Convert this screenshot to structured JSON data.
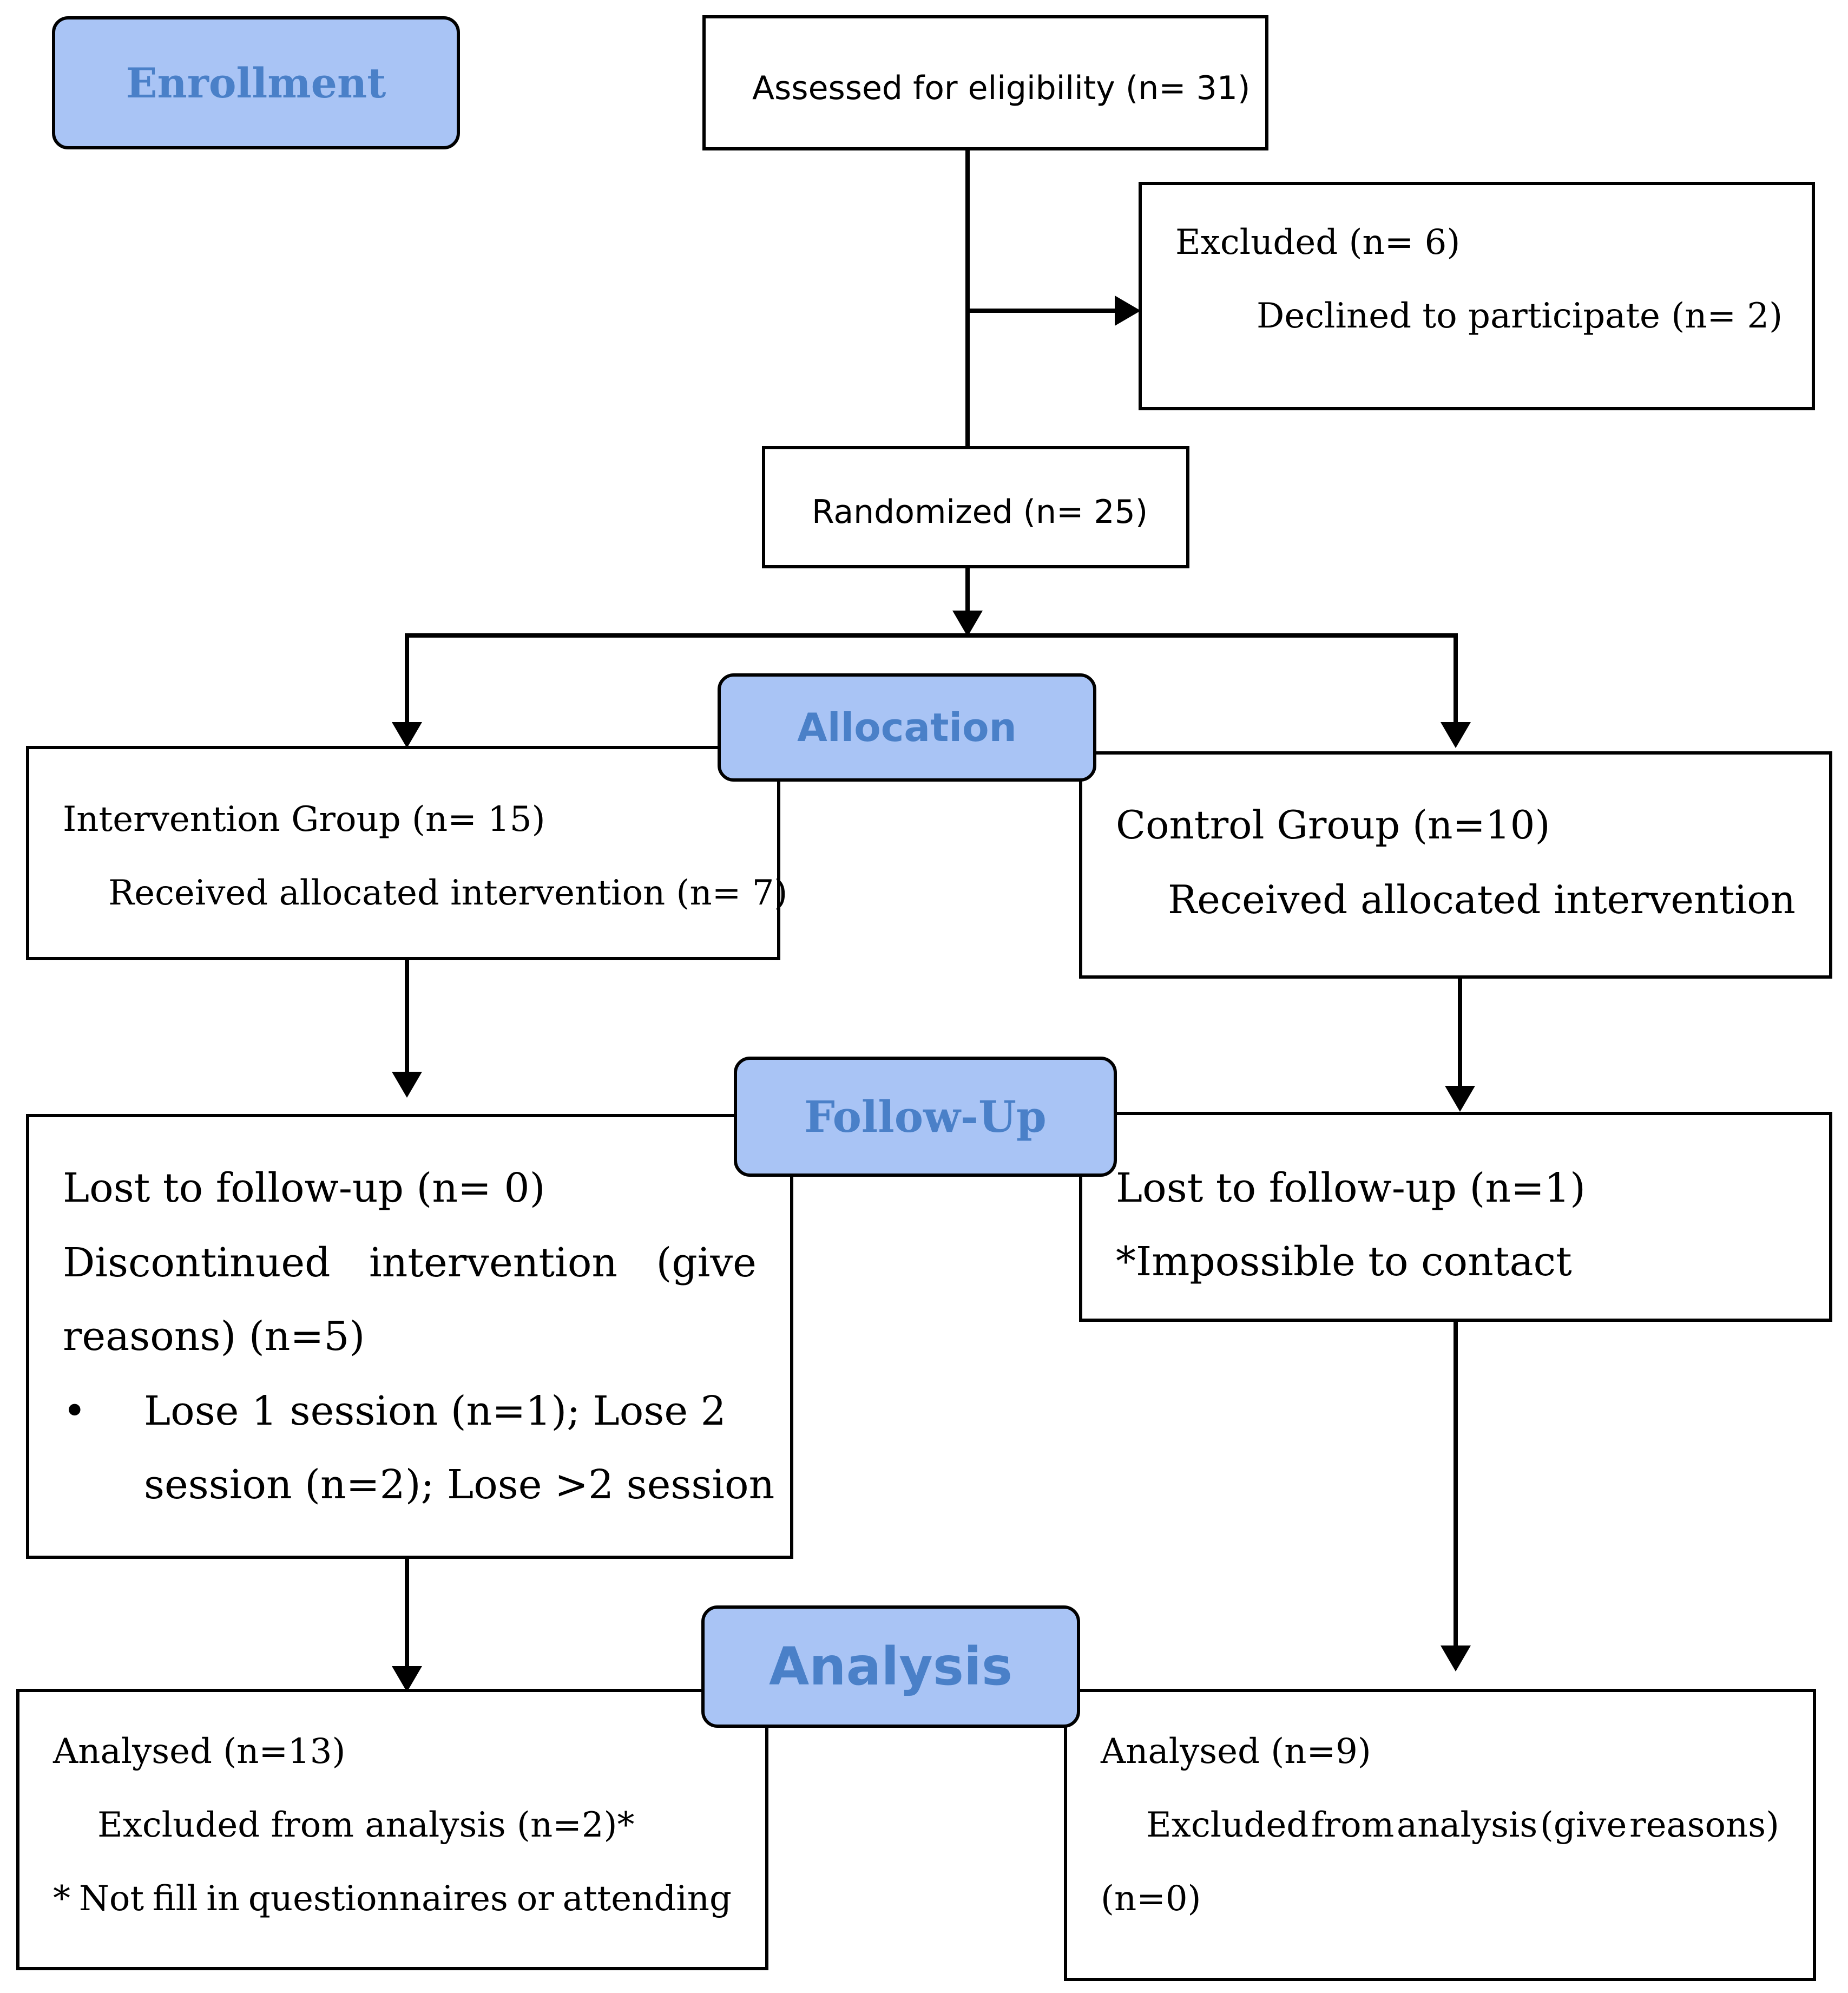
{
  "stages": {
    "enrollment": "Enrollment",
    "allocation": "Allocation",
    "follow_up": "Follow-Up",
    "analysis": "Analysis"
  },
  "assessed": {
    "text": "Assessed for eligibility (n= 31)"
  },
  "excluded": {
    "title": "Excluded (n= 6)",
    "declined": "Declined to participate (n= 2)"
  },
  "randomized": {
    "text": "Randomized (n= 25)"
  },
  "intervention_group": {
    "title": "Intervention Group (n= 15)",
    "received": "Received allocated intervention (n= 7)"
  },
  "control_group": {
    "title": "Control Group (n=10)",
    "received_words": [
      "Received",
      "allocated",
      "intervention"
    ]
  },
  "intervention_followup": {
    "lost": "Lost to follow-up (n= 0)",
    "discontinued_words": [
      "Discontinued",
      "intervention",
      "(give"
    ],
    "discontinued_cont": "reasons) (n=5)",
    "bullet": "•",
    "bullet_line1": "Lose 1 session (n=1); Lose 2",
    "bullet_line2": "session (n=2); Lose >2 session"
  },
  "control_followup": {
    "lost": "Lost to follow-up (n=1)",
    "reason": "*Impossible to contact"
  },
  "intervention_analysis": {
    "analysed": "Analysed (n=13)",
    "excluded": "Excluded from analysis (n=2)*",
    "note_words": [
      "*",
      "Not",
      "fill",
      "in",
      "questionnaires",
      "or",
      "attending"
    ]
  },
  "control_analysis": {
    "analysed": "Analysed (n=9)",
    "excluded_words": [
      "Excluded",
      "from",
      "analysis",
      "(give",
      "reasons)"
    ],
    "excluded_cont": "(n=0)"
  }
}
